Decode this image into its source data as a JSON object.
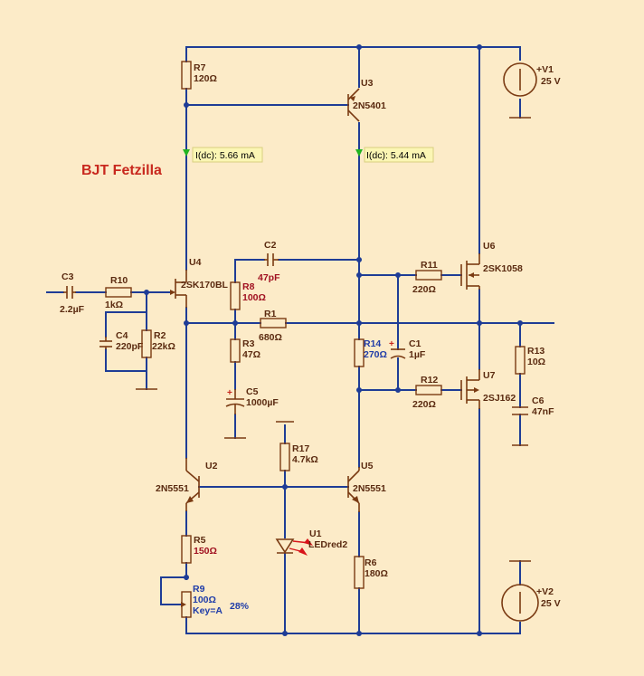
{
  "title": "BJT Fetzilla",
  "probes": [
    {
      "text": "I(dc): 5.66 mA"
    },
    {
      "text": "I(dc): 5.44 mA"
    }
  ],
  "components": {
    "R7": {
      "ref": "R7",
      "value": "120Ω"
    },
    "U3": {
      "ref": "U3",
      "value": "2N5401"
    },
    "V1": {
      "ref": "+V1",
      "value": "25 V"
    },
    "U6": {
      "ref": "U6",
      "value": "2SK1058"
    },
    "C2": {
      "ref": "C2",
      "value": "47pF"
    },
    "U4": {
      "ref": "U4",
      "value": "2SK170BL"
    },
    "C3": {
      "ref": "C3",
      "value": "2.2µF"
    },
    "R10": {
      "ref": "R10",
      "value": "1kΩ"
    },
    "R8": {
      "ref": "R8",
      "value": "100Ω"
    },
    "R11": {
      "ref": "R11",
      "value": "220Ω"
    },
    "R1": {
      "ref": "R1",
      "value": "680Ω"
    },
    "C4": {
      "ref": "C4",
      "value": "220pF"
    },
    "R2": {
      "ref": "R2",
      "value": "22kΩ"
    },
    "R3": {
      "ref": "R3",
      "value": "47Ω"
    },
    "R14": {
      "ref": "R14",
      "value": "270Ω"
    },
    "C1": {
      "ref": "C1",
      "value": "1µF"
    },
    "R13": {
      "ref": "R13",
      "value": "10Ω"
    },
    "U7": {
      "ref": "U7",
      "value": "2SJ162"
    },
    "R12": {
      "ref": "R12",
      "value": "220Ω"
    },
    "C6": {
      "ref": "C6",
      "value": "47nF"
    },
    "C5": {
      "ref": "C5",
      "value": "1000µF"
    },
    "R17": {
      "ref": "R17",
      "value": "4.7kΩ"
    },
    "U2": {
      "ref": "U2",
      "value": "2N5551"
    },
    "U5": {
      "ref": "U5",
      "value": "2N5551"
    },
    "U1": {
      "ref": "U1",
      "value": "LEDred2"
    },
    "R5": {
      "ref": "R5",
      "value": "150Ω"
    },
    "R6": {
      "ref": "R6",
      "value": "180Ω"
    },
    "R9": {
      "ref": "R9",
      "value": "100Ω",
      "key": "Key=A",
      "percent": "28%"
    },
    "V2": {
      "ref": "+V2",
      "value": "25 V"
    }
  },
  "colors": {
    "background": "#fcebc8",
    "wire": "#1e3c96",
    "component": "#7a3a12",
    "label_red": "#a01020",
    "label_blue": "#1f3ca8",
    "title": "#c8281e",
    "probe_fill": "#fbf6b4",
    "probe_arrow": "#22b422"
  }
}
